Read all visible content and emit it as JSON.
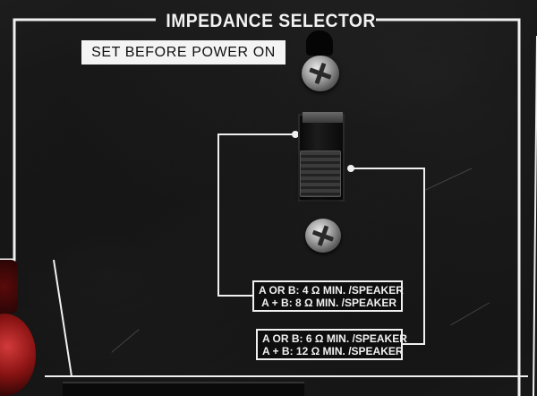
{
  "panel": {
    "title": "IMPEDANCE SELECTOR",
    "warning": "SET BEFORE POWER ON"
  },
  "settings": {
    "option_a": {
      "line1": "A OR B: 4 Ω MIN. /SPEAKER",
      "line2": "A + B: 8 Ω MIN. /SPEAKER"
    },
    "option_b": {
      "line1": "A OR B: 6 Ω MIN. /SPEAKER",
      "line2": "A + B: 12 Ω MIN. /SPEAKER"
    }
  },
  "colors": {
    "panel": "#141414",
    "print": "#f0f0f0",
    "terminal": "#8c1414"
  },
  "icons": {
    "screw": "screw-icon",
    "switch": "slide-switch"
  }
}
